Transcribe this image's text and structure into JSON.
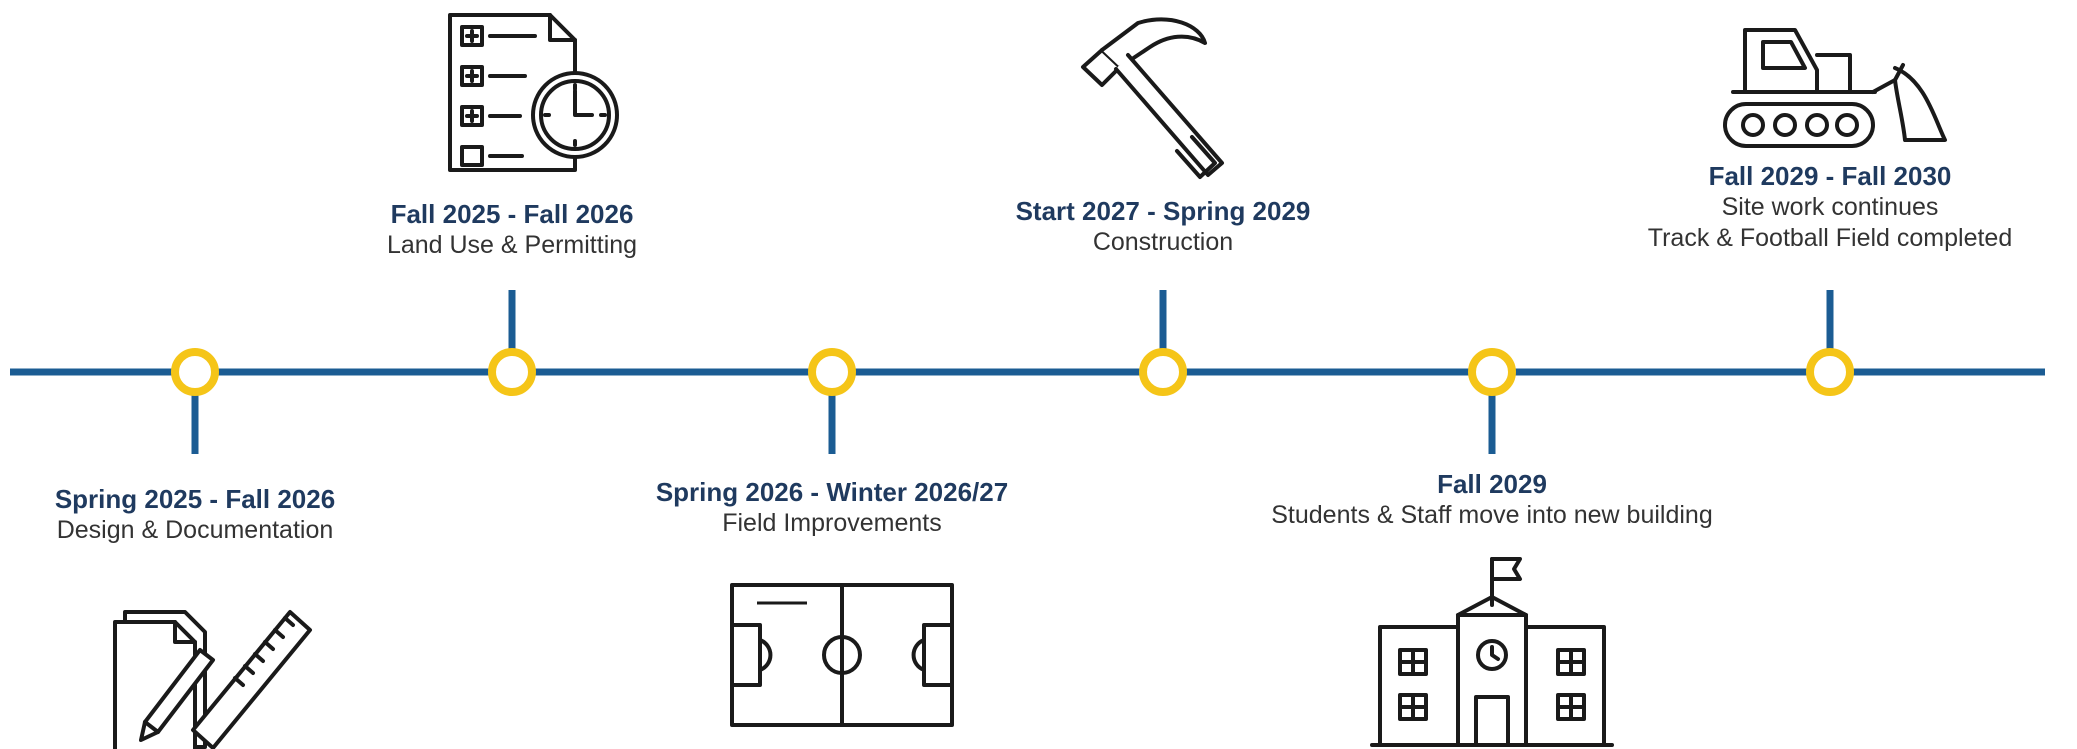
{
  "colors": {
    "line": "#1b5c93",
    "node": "#f5c518",
    "date_text": "#1f3a5f",
    "desc_text": "#333333",
    "icon": "#1a1a1a"
  },
  "milestones": [
    {
      "date": "Spring 2025 - Fall 2026",
      "description": [
        "Design & Documentation"
      ],
      "icon": "blueprint-pencil-icon",
      "side": "below"
    },
    {
      "date": "Fall 2025 - Fall 2026",
      "description": [
        "Land Use & Permitting"
      ],
      "icon": "checklist-clock-icon",
      "side": "above"
    },
    {
      "date": "Spring 2026 - Winter 2026/27",
      "description": [
        "Field Improvements"
      ],
      "icon": "soccer-field-icon",
      "side": "below"
    },
    {
      "date": "Start 2027 - Spring 2029",
      "description": [
        "Construction"
      ],
      "icon": "hammer-icon",
      "side": "above"
    },
    {
      "date": "Fall 2029",
      "description": [
        "Students & Staff move into new building"
      ],
      "icon": "school-building-icon",
      "side": "below"
    },
    {
      "date": "Fall 2029 - Fall 2030",
      "description": [
        "Site work continues",
        "Track & Football Field completed"
      ],
      "icon": "bulldozer-icon",
      "side": "above"
    }
  ]
}
